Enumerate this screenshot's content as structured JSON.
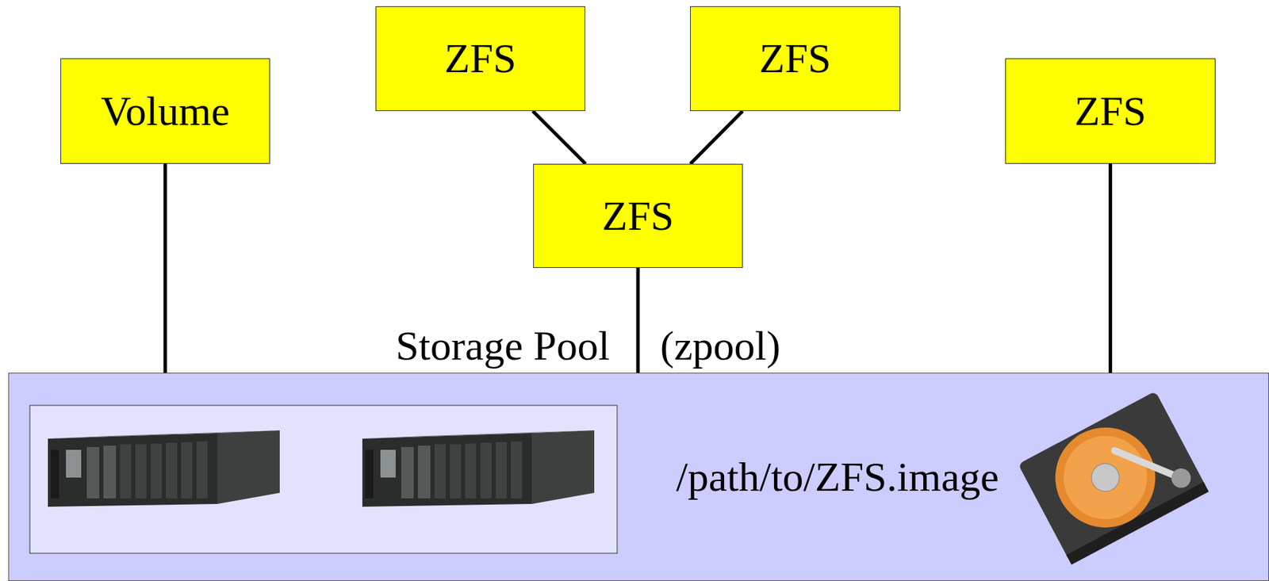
{
  "diagram": {
    "nodes": [
      {
        "text": [
          "Volume"
        ]
      },
      {
        "text": [
          "ZFS"
        ]
      },
      {
        "text": [
          "ZFS"
        ]
      },
      {
        "text": [
          "ZFS"
        ]
      },
      {
        "text": [
          "ZFS"
        ]
      },
      {
        "text": [
          "Storage Pool",
          "(zpool)",
          "/path/to/ZFS.image"
        ]
      }
    ],
    "edges": [
      {
        "from": 1,
        "to": 3,
        "arrow": "none"
      },
      {
        "from": 2,
        "to": 3,
        "arrow": "none"
      },
      {
        "from": 0,
        "to": 5,
        "arrow": "none"
      },
      {
        "from": 3,
        "to": 5,
        "arrow": "none"
      },
      {
        "from": 4,
        "to": 5,
        "arrow": "none"
      }
    ]
  }
}
